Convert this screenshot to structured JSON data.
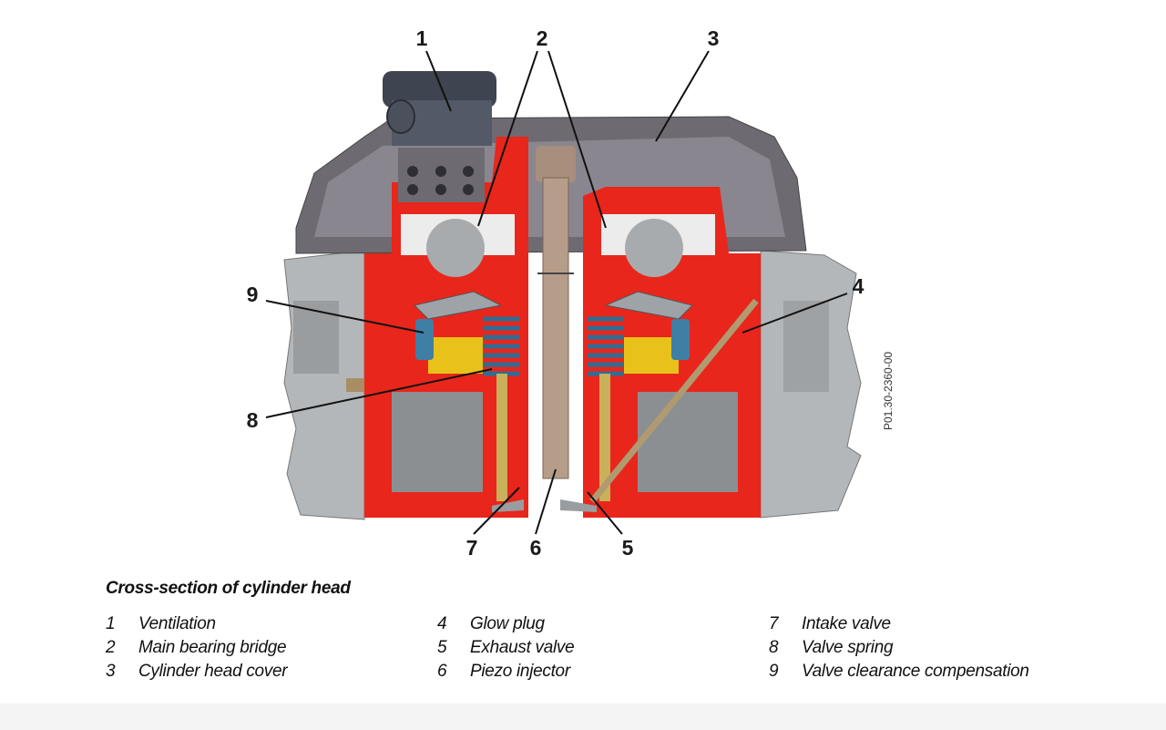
{
  "figure": {
    "figure_code": "P01.30-2360-00",
    "callouts": [
      "1",
      "2",
      "3",
      "4",
      "5",
      "6",
      "7",
      "8",
      "9"
    ]
  },
  "caption": "Cross-section of cylinder head",
  "legend": [
    {
      "num": "1",
      "label": "Ventilation"
    },
    {
      "num": "2",
      "label": "Main bearing bridge"
    },
    {
      "num": "3",
      "label": "Cylinder head cover"
    },
    {
      "num": "4",
      "label": "Glow plug"
    },
    {
      "num": "5",
      "label": "Exhaust valve"
    },
    {
      "num": "6",
      "label": "Piezo injector"
    },
    {
      "num": "7",
      "label": "Intake valve"
    },
    {
      "num": "8",
      "label": "Valve spring"
    },
    {
      "num": "9",
      "label": "Valve clearance compensation"
    }
  ],
  "colors": {
    "section": "#e8261c",
    "cover": "#6e6a72",
    "block": "#b9bcbf",
    "spring": "#3f7fa6",
    "yellow": "#e8c21a"
  }
}
